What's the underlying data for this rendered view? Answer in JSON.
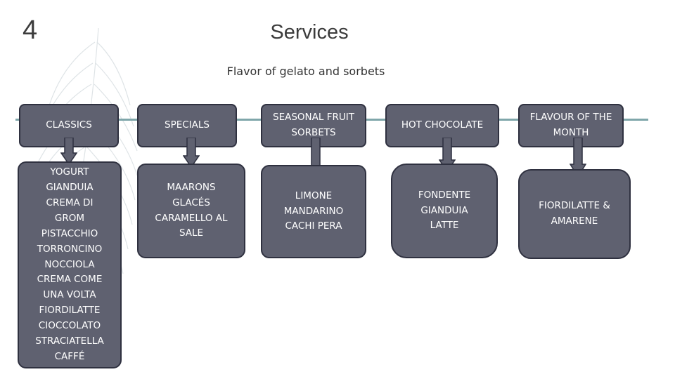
{
  "slide": {
    "number": "4",
    "title": "Services",
    "subtitle": "Flavor of gelato and sorbets"
  },
  "columns": [
    {
      "header": "CLASSICS",
      "items": "YOGURT\nGIANDUIA\nCREMA DI\nGROM\nPISTACCHIO\nTORRONCINO\nNOCCIOLA\nCREMA COME\nUNA VOLTA\nFIORDILATTE\nCIOCCOLATO\nSTRACIATELLA\nCAFFÉ"
    },
    {
      "header": "SPECIALS",
      "items": "MAARONS\nGLACÉS\nCARAMELLO AL\nSALE"
    },
    {
      "header": "SEASONAL FRUIT\nSORBETS",
      "items": "LIMONE\nMANDARINO\nCACHI PERA"
    },
    {
      "header": "HOT CHOCOLATE",
      "items": "FONDENTE\nGIANDUIA\nLATTE"
    },
    {
      "header": "FLAVOUR OF THE\nMONTH",
      "items": "FIORDILATTE &\nAMARENE"
    }
  ],
  "colors": {
    "box_fill": "#5f6170",
    "box_border": "#2f3140",
    "connector": "#7fa6aa",
    "arrow_fill": "#5f6170"
  }
}
